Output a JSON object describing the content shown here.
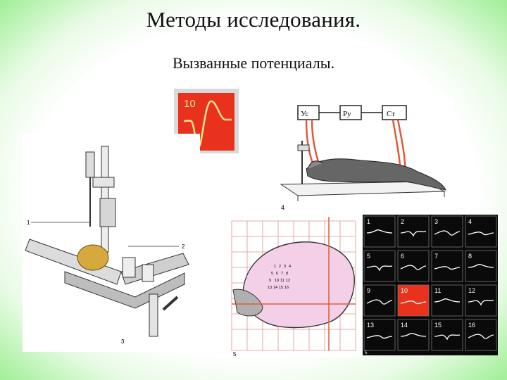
{
  "slide": {
    "title": "Методы исследования.",
    "subtitle": "Вызванные потенциалы."
  },
  "waveform_inset": {
    "label": "10",
    "background_color": "#e8321e",
    "trace_color": "#f6e48a"
  },
  "animal_setup": {
    "boxes": [
      "Ус",
      "Ру",
      "Ст"
    ],
    "figure_label": "4"
  },
  "stereotaxic": {
    "label_1": "1",
    "label_2": "2",
    "label_3": "3"
  },
  "brain_map": {
    "grid_numbers": [
      [
        "1",
        "2",
        "3",
        "4"
      ],
      [
        "5",
        "6",
        "7",
        "8"
      ],
      [
        "9",
        "10",
        "11",
        "12"
      ],
      [
        "13",
        "14",
        "15",
        "16"
      ]
    ],
    "figure_label": "5"
  },
  "responses": {
    "cells": [
      "1",
      "2",
      "3",
      "4",
      "5",
      "6",
      "7",
      "8",
      "9",
      "10",
      "11",
      "12",
      "13",
      "14",
      "15",
      "16"
    ],
    "highlight_index": 9,
    "figure_label": "6",
    "trace_color": "#ffffff",
    "highlight_color": "#e8321e"
  }
}
